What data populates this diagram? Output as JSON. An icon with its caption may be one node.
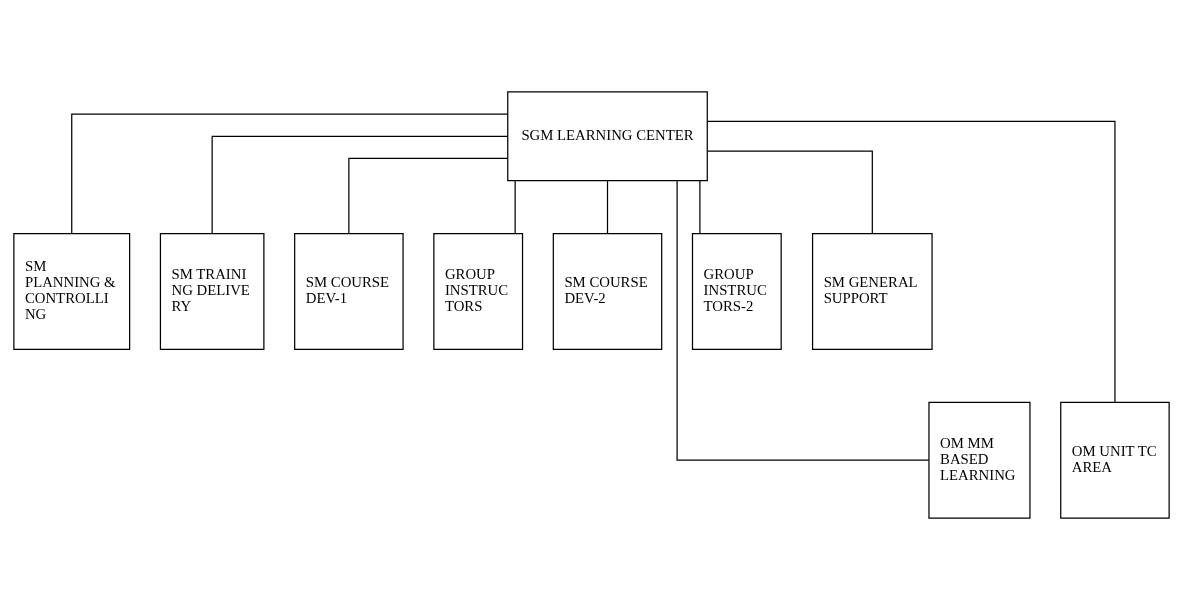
{
  "diagram": {
    "nodes": [
      {
        "text": [
          "SGM LEARNING CENTER"
        ]
      },
      {
        "text": [
          "SM PLANNING & CONTROLLI NG"
        ]
      },
      {
        "text": [
          "SM TRAINI NG DELIVE RY"
        ]
      },
      {
        "text": [
          "SM COURSE DEV-1"
        ]
      },
      {
        "text": [
          "GROUP INSTRUC TORS"
        ]
      },
      {
        "text": [
          "SM COURSE DEV-2"
        ]
      },
      {
        "text": [
          "GROUP INSTRUC TORS-2"
        ]
      },
      {
        "text": [
          "SM GENERAL SUPPORT"
        ]
      },
      {
        "text": [
          "OM MM BASED LEARNING"
        ]
      },
      {
        "text": [
          "OM UNIT TC AREA"
        ]
      }
    ],
    "edges": [
      {
        "from": 0,
        "to": 1,
        "arrow": "none"
      },
      {
        "from": 0,
        "to": 2,
        "arrow": "none"
      },
      {
        "from": 0,
        "to": 3,
        "arrow": "none"
      },
      {
        "from": 0,
        "to": 4,
        "arrow": "none"
      },
      {
        "from": 0,
        "to": 5,
        "arrow": "none"
      },
      {
        "from": 0,
        "to": 6,
        "arrow": "none"
      },
      {
        "from": 0,
        "to": 7,
        "arrow": "none"
      },
      {
        "from": 0,
        "to": 8,
        "arrow": "none"
      },
      {
        "from": 0,
        "to": 9,
        "arrow": "none"
      }
    ]
  }
}
